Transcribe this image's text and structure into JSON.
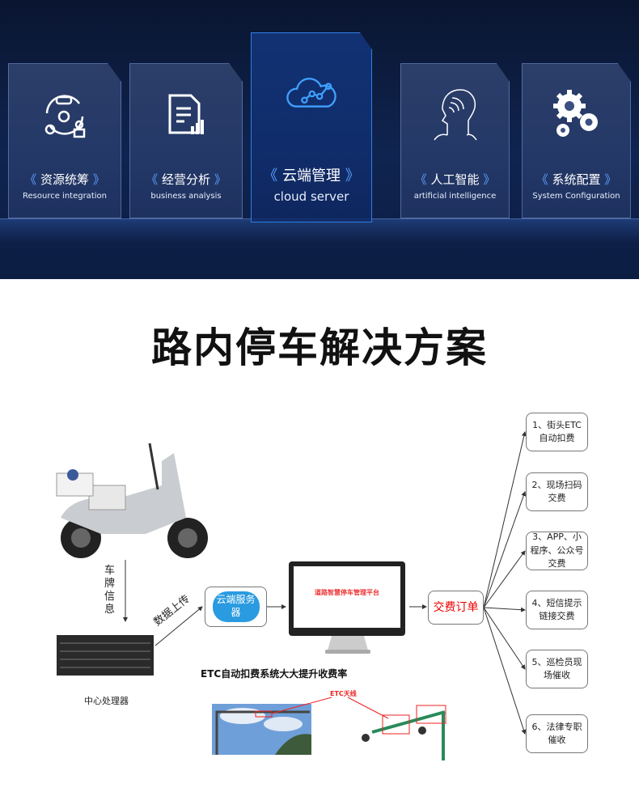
{
  "banner": {
    "panels": [
      {
        "cn": "资源统筹",
        "en": "Resource integration",
        "icon": "resource-icon"
      },
      {
        "cn": "经营分析",
        "en": "business analysis",
        "icon": "report-icon"
      },
      {
        "cn": "云端管理",
        "en": "cloud server",
        "icon": "cloud-icon"
      },
      {
        "cn": "人工智能",
        "en": "artificial intelligence",
        "icon": "ai-head-icon"
      },
      {
        "cn": "系统配置",
        "en": "System Configuration",
        "icon": "gears-icon"
      }
    ]
  },
  "title": "路内停车解决方案",
  "diagram": {
    "plate_info": "车牌信息",
    "upload": "数据上传",
    "server_label": "中心处理器",
    "cloud": "云端服务器",
    "platform": "道路智慧停车管理平台",
    "order": "交费订单",
    "methods": [
      "1、街头ETC自动扣费",
      "2、现场扫码交费",
      "3、APP、小程序、公众号交费",
      "4、短信提示链接交费",
      "5、巡检员现场催收",
      "6、法律专职催收"
    ],
    "etc_title": "ETC自动扣费系统大大提升收费率",
    "etc_antenna": "ETC天线"
  }
}
